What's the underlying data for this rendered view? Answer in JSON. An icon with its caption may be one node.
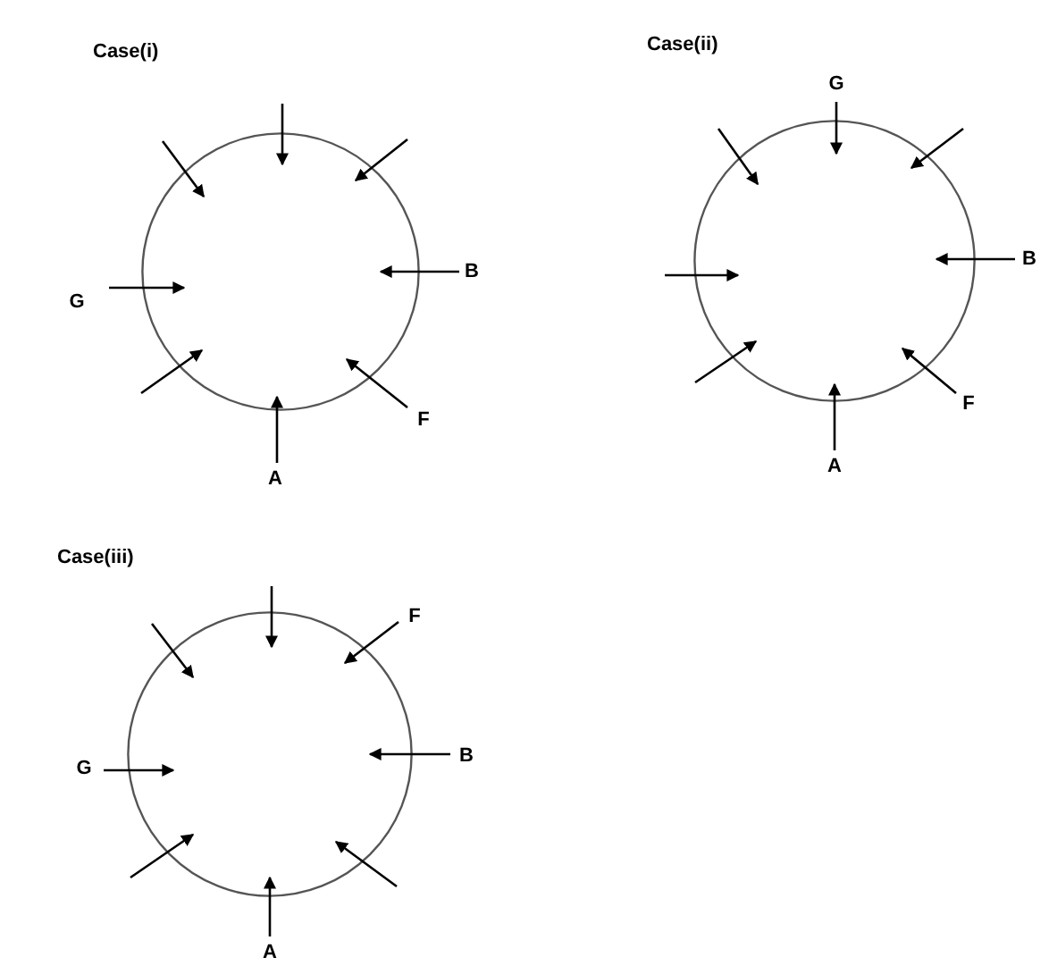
{
  "diagram": {
    "nodes": [
      {
        "text": [],
        "shape": "circle"
      },
      {
        "text": [
          "B"
        ]
      },
      {
        "text": [
          "G"
        ]
      },
      {
        "text": [
          "F"
        ]
      },
      {
        "text": [
          "A"
        ]
      },
      {
        "text": [],
        "shape": "circle"
      },
      {
        "text": [
          "G"
        ]
      },
      {
        "text": [
          "B"
        ]
      },
      {
        "text": [
          "F"
        ]
      },
      {
        "text": [
          "A"
        ]
      },
      {
        "text": [],
        "shape": "circle"
      },
      {
        "text": [
          "F"
        ]
      },
      {
        "text": [
          "B"
        ]
      },
      {
        "text": [
          "G"
        ]
      },
      {
        "text": [
          "A"
        ]
      }
    ],
    "edges": [
      {
        "from": null,
        "to": 0,
        "arrow": "to"
      },
      {
        "from": null,
        "to": 0,
        "arrow": "to"
      },
      {
        "from": 1,
        "to": 0,
        "arrow": "to"
      },
      {
        "from": 3,
        "to": 0,
        "arrow": "to"
      },
      {
        "from": 4,
        "to": 0,
        "arrow": "to"
      },
      {
        "from": null,
        "to": 0,
        "arrow": "to"
      },
      {
        "from": 2,
        "to": 0,
        "arrow": "to"
      },
      {
        "from": null,
        "to": 0,
        "arrow": "to"
      },
      {
        "from": 6,
        "to": 5,
        "arrow": "to"
      },
      {
        "from": null,
        "to": 5,
        "arrow": "to"
      },
      {
        "from": 7,
        "to": 5,
        "arrow": "to"
      },
      {
        "from": 8,
        "to": 5,
        "arrow": "to"
      },
      {
        "from": 9,
        "to": 5,
        "arrow": "to"
      },
      {
        "from": null,
        "to": 5,
        "arrow": "to"
      },
      {
        "from": null,
        "to": 5,
        "arrow": "to"
      },
      {
        "from": null,
        "to": 5,
        "arrow": "to"
      },
      {
        "from": null,
        "to": 10,
        "arrow": "to"
      },
      {
        "from": 11,
        "to": 10,
        "arrow": "to"
      },
      {
        "from": 12,
        "to": 10,
        "arrow": "to"
      },
      {
        "from": null,
        "to": 10,
        "arrow": "to"
      },
      {
        "from": 14,
        "to": 10,
        "arrow": "to"
      },
      {
        "from": null,
        "to": 10,
        "arrow": "to"
      },
      {
        "from": 13,
        "to": 10,
        "arrow": "to"
      },
      {
        "from": null,
        "to": 10,
        "arrow": "to"
      }
    ],
    "labels": [
      "Case(i)",
      "Case(ii)",
      "Case(iii)"
    ]
  }
}
